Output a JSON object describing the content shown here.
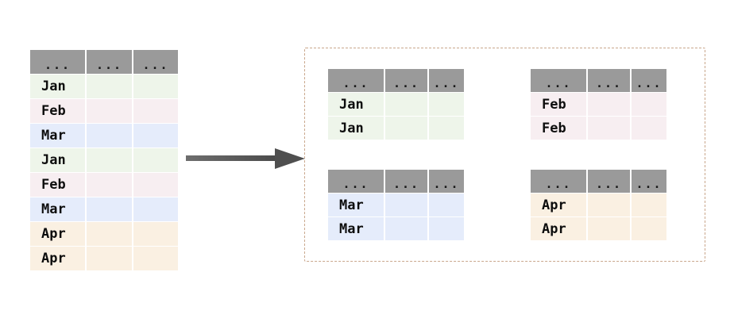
{
  "diagram": {
    "title": "group-by-split",
    "colors": {
      "header_gray": "#9a9a9a",
      "jan_green": "#eef5ea",
      "feb_pink": "#f7eef1",
      "mar_blue": "#e5ecfb",
      "apr_cream": "#faf0e2",
      "arrow_gray": "#555555",
      "container_dash": "#c9a78c",
      "text_dark": "#0d0d0d"
    },
    "header_placeholder": "...",
    "arrow": {
      "icon": "right-arrow-icon",
      "direction": "right"
    },
    "source_table": {
      "name": "source-table",
      "columns": [
        "...",
        "...",
        "..."
      ],
      "rows": [
        {
          "label": "Jan",
          "color_key": "jan_green"
        },
        {
          "label": "Feb",
          "color_key": "feb_pink"
        },
        {
          "label": "Mar",
          "color_key": "mar_blue"
        },
        {
          "label": "Jan",
          "color_key": "jan_green"
        },
        {
          "label": "Feb",
          "color_key": "feb_pink"
        },
        {
          "label": "Mar",
          "color_key": "mar_blue"
        },
        {
          "label": "Apr",
          "color_key": "apr_cream"
        },
        {
          "label": "Apr",
          "color_key": "apr_cream"
        }
      ]
    },
    "groups": [
      {
        "name": "group-jan",
        "key": "Jan",
        "columns": [
          "...",
          "...",
          "..."
        ],
        "rows": [
          {
            "label": "Jan",
            "color_key": "jan_green"
          },
          {
            "label": "Jan",
            "color_key": "jan_green"
          }
        ]
      },
      {
        "name": "group-feb",
        "key": "Feb",
        "columns": [
          "...",
          "...",
          "..."
        ],
        "rows": [
          {
            "label": "Feb",
            "color_key": "feb_pink"
          },
          {
            "label": "Feb",
            "color_key": "feb_pink"
          }
        ]
      },
      {
        "name": "group-mar",
        "key": "Mar",
        "columns": [
          "...",
          "...",
          "..."
        ],
        "rows": [
          {
            "label": "Mar",
            "color_key": "mar_blue"
          },
          {
            "label": "Mar",
            "color_key": "mar_blue"
          }
        ]
      },
      {
        "name": "group-apr",
        "key": "Apr",
        "columns": [
          "...",
          "...",
          "..."
        ],
        "rows": [
          {
            "label": "Apr",
            "color_key": "apr_cream"
          },
          {
            "label": "Apr",
            "color_key": "apr_cream"
          }
        ]
      }
    ]
  }
}
